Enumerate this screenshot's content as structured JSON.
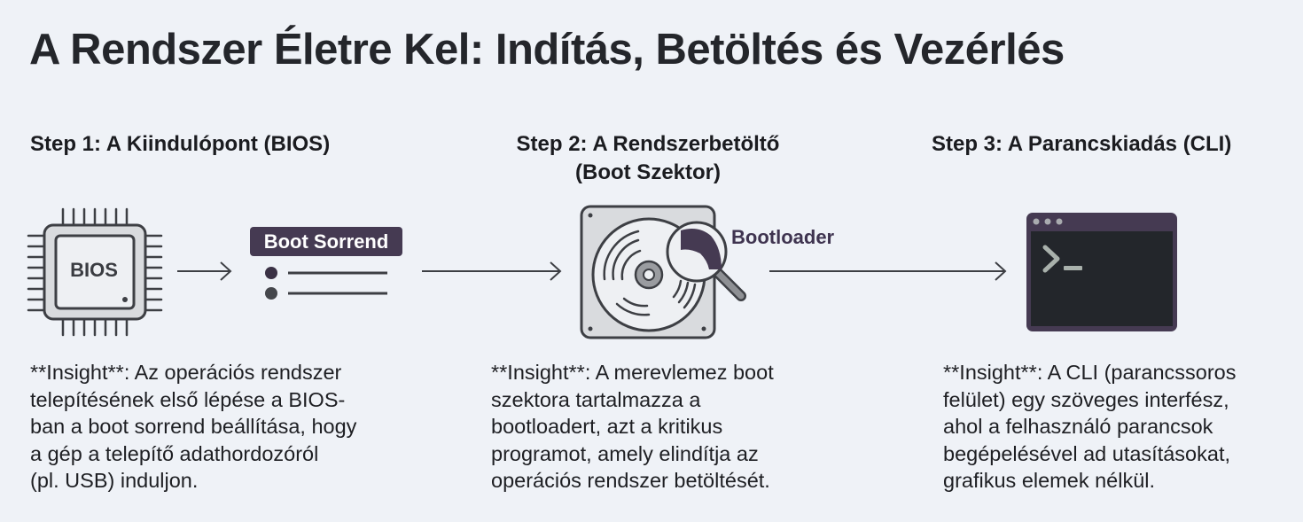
{
  "title": "A Rendszer Életre Kel: Indítás, Betöltés és Vezérlés",
  "steps": [
    {
      "title": "Step 1: A Kiindulópont (BIOS)",
      "insight": "**Insight**: Az operációs rendszer\ntelepítésének első lépése a BIOS-\nban a boot sorrend beállítása, hogy\na gép a telepítő adathordozóról\n(pl. USB) induljon.",
      "icons": [
        "chip-icon",
        "list-icon"
      ],
      "chip_label": "BIOS",
      "badge_label": "Boot Sorrend"
    },
    {
      "title_line1": "Step 2: A Rendszerbetöltő",
      "title_line2": "(Boot Szektor)",
      "insight": "**Insight**: A merevlemez boot\nszektora tartalmazza a\nbootloadert, azt a kritikus\nprogramot, amely elindítja az\noperációs rendszer betöltését.",
      "icons": [
        "hard-drive-icon",
        "magnifier-icon"
      ],
      "callout_label": "Bootloader"
    },
    {
      "title": "Step 3: A Parancskiadás (CLI)",
      "insight": "**Insight**: A CLI (parancssoros\nfelület) egy szöveges interfész,\nahol a felhasználó parancsok\nbegépelésével ad utasításokat,\ngrafikus elemek nélkül.",
      "icons": [
        "terminal-icon"
      ],
      "prompt": ">_"
    }
  ],
  "colors": {
    "background": "#eff2f7",
    "accent_purple": "#453a52",
    "text_dark": "#1f2126",
    "icon_stroke": "#3d3f44",
    "icon_fill": "#d9dbde",
    "terminal_bg": "#23262b"
  }
}
